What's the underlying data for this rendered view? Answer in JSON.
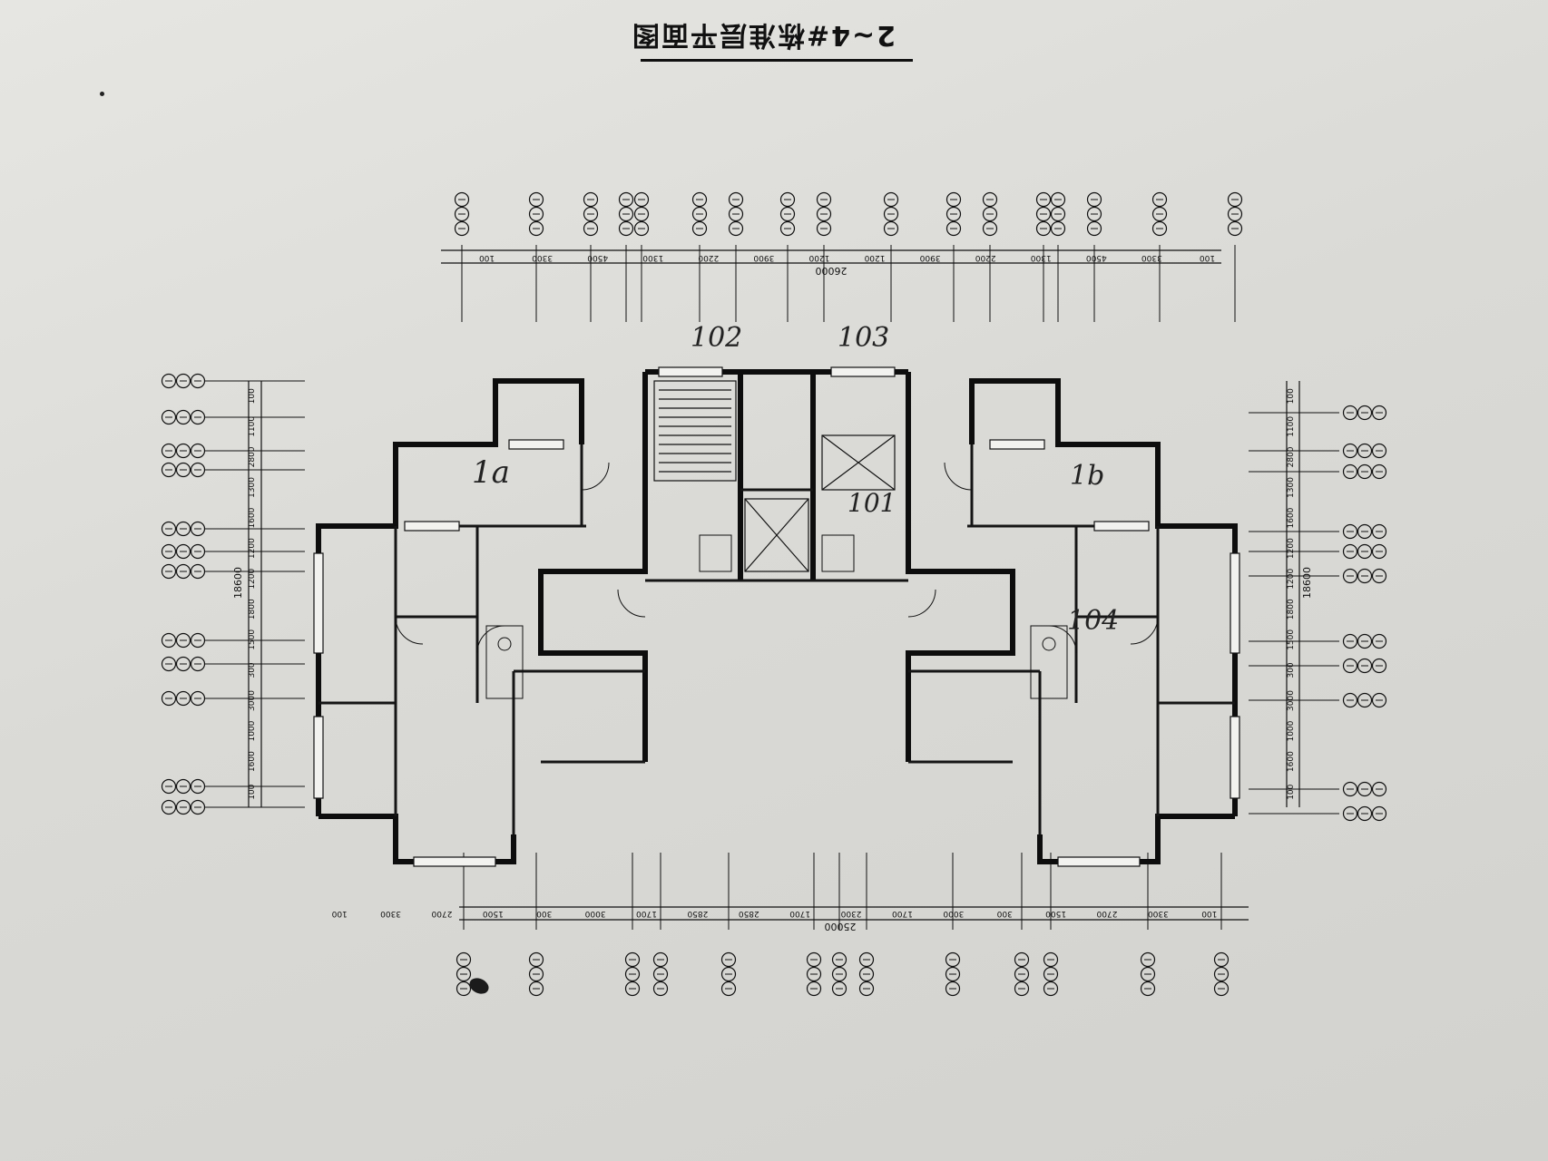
{
  "drawing": {
    "title": "2~4#栋准层平面图",
    "overall_dim_top": "26000",
    "overall_dim_bottom": "25000",
    "overall_dim_left": "18600",
    "overall_dim_right": "18600",
    "top_dims": [
      "100",
      "3300",
      "4500",
      "1300",
      "2200",
      "3900",
      "1200",
      "1200",
      "3900",
      "2200",
      "1300",
      "4500",
      "3300",
      "100"
    ],
    "bottom_dims": [
      "100",
      "3300",
      "2700",
      "1500",
      "300",
      "3000",
      "1700",
      "2850",
      "2850",
      "1700",
      "2300",
      "1700",
      "3000",
      "300",
      "1500",
      "2700",
      "3300",
      "100"
    ],
    "left_dims": [
      "100",
      "1100",
      "2800",
      "1300",
      "1600",
      "1200",
      "1200",
      "1800",
      "1500",
      "300",
      "3000",
      "1000",
      "1600",
      "100"
    ],
    "right_dims": [
      "100",
      "1100",
      "2800",
      "1300",
      "1600",
      "1200",
      "1200",
      "1800",
      "1500",
      "300",
      "3000",
      "1000",
      "1600",
      "100"
    ],
    "handwritten": [
      "1a",
      "102",
      "103",
      "1b",
      "101",
      "104"
    ]
  }
}
